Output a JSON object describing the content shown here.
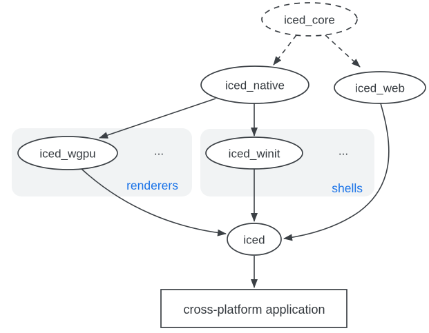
{
  "diagram": {
    "nodes": {
      "iced_core": {
        "label": "iced_core",
        "shape": "ellipse",
        "border": "dashed"
      },
      "iced_native": {
        "label": "iced_native",
        "shape": "ellipse",
        "border": "solid"
      },
      "iced_web": {
        "label": "iced_web",
        "shape": "ellipse",
        "border": "solid"
      },
      "iced_wgpu": {
        "label": "iced_wgpu",
        "shape": "ellipse",
        "border": "solid"
      },
      "iced_winit": {
        "label": "iced_winit",
        "shape": "ellipse",
        "border": "solid"
      },
      "iced": {
        "label": "iced",
        "shape": "ellipse",
        "border": "solid"
      },
      "application": {
        "label": "cross-platform application",
        "shape": "rectangle",
        "border": "solid"
      }
    },
    "groups": {
      "renderers": {
        "label": "renderers",
        "ellipsis": "..."
      },
      "shells": {
        "label": "shells",
        "ellipsis": "..."
      }
    },
    "edges": [
      {
        "from": "iced_core",
        "to": "iced_native",
        "style": "dashed"
      },
      {
        "from": "iced_core",
        "to": "iced_web",
        "style": "dashed"
      },
      {
        "from": "iced_native",
        "to": "iced_wgpu",
        "style": "solid"
      },
      {
        "from": "iced_native",
        "to": "iced_winit",
        "style": "solid"
      },
      {
        "from": "iced_wgpu",
        "to": "iced",
        "style": "solid"
      },
      {
        "from": "iced_winit",
        "to": "iced",
        "style": "solid"
      },
      {
        "from": "iced_web",
        "to": "iced",
        "style": "solid"
      },
      {
        "from": "iced",
        "to": "application",
        "style": "solid"
      }
    ],
    "colors": {
      "background": "#ffffff",
      "stroke": "#3b4045",
      "text": "#33383d",
      "group_fill": "#f1f3f4",
      "group_label": "#1a73e8"
    }
  }
}
